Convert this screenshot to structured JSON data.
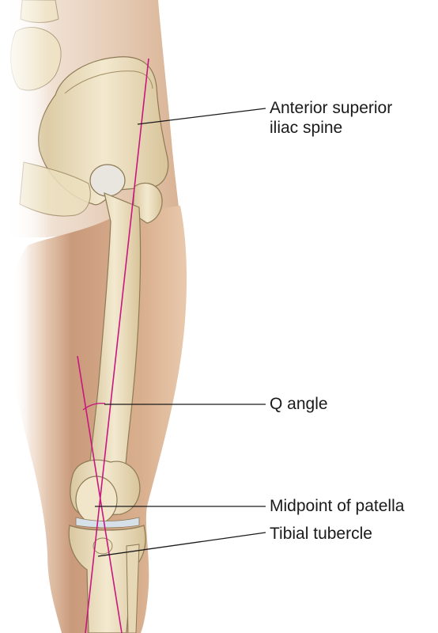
{
  "labels": {
    "asis_line1": "Anterior superior",
    "asis_line2": "iliac spine",
    "q_angle": "Q angle",
    "midpoint_patella": "Midpoint of patella",
    "tibial_tubercle": "Tibial tubercle"
  },
  "colors": {
    "reference_line": "#c8177f",
    "leader_line": "#1a1a1a",
    "skin": "#d8ab8a",
    "bone": "#efe3c2",
    "bone_outline": "#8e7a55"
  }
}
